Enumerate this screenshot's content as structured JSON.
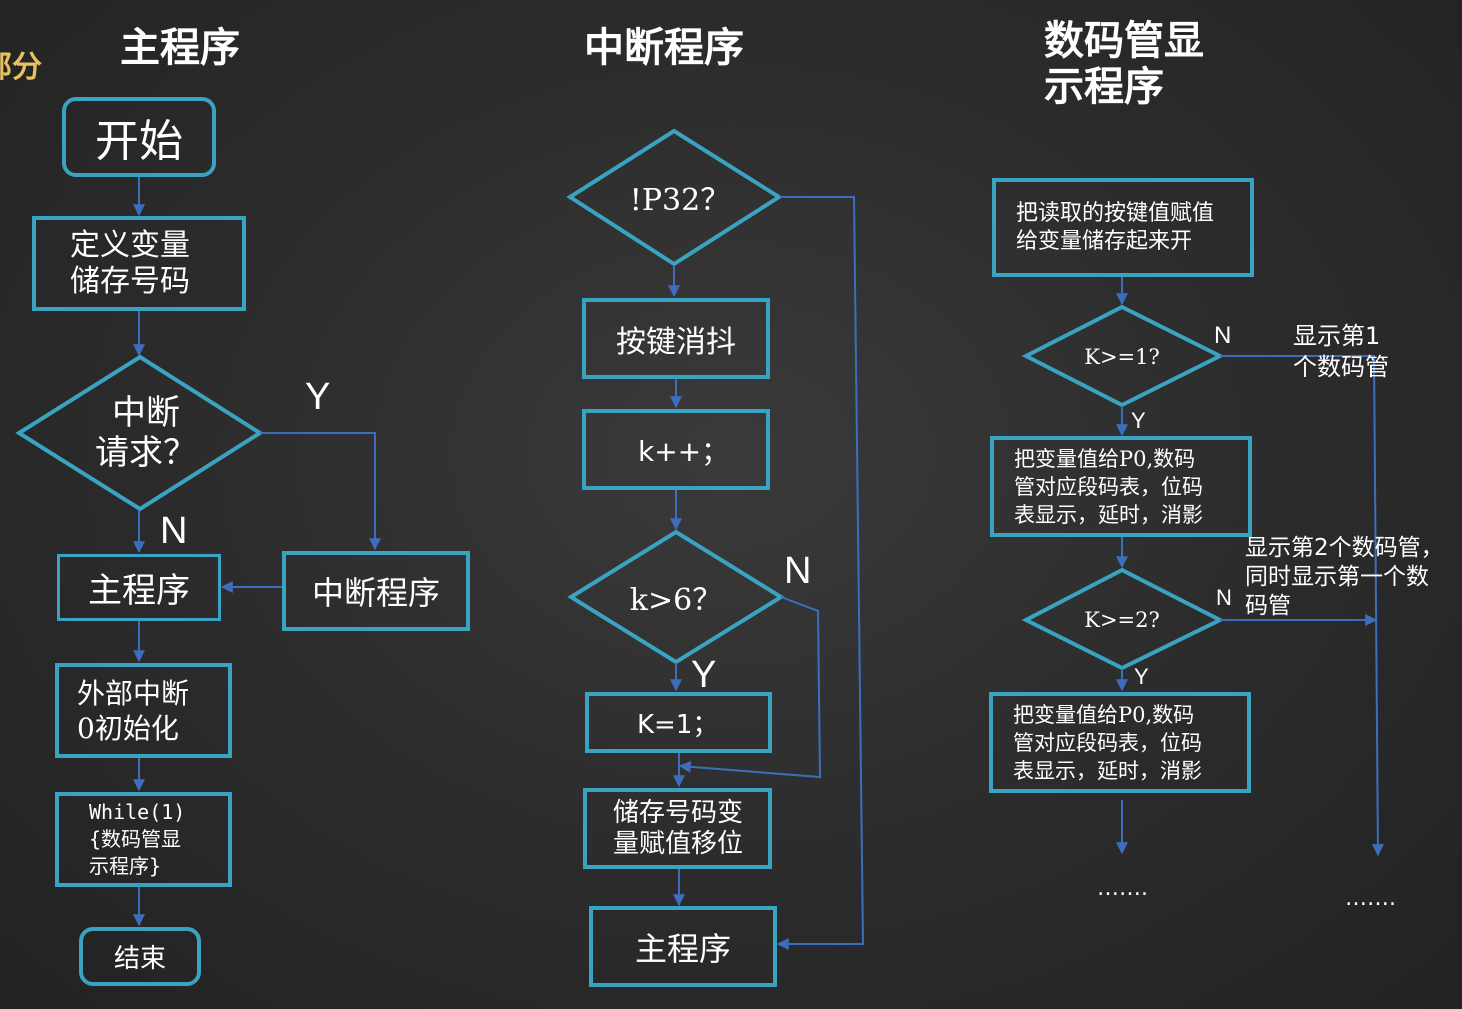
{
  "corner_text": "部分",
  "headings": {
    "main": "主程序",
    "interrupt": "中断程序",
    "display": "数码管显\n示程序"
  },
  "main": {
    "start": "开始",
    "define": "定义变量\n储存号码",
    "decision": "中断\n请求？",
    "label_y": "Y",
    "label_n": "N",
    "main_prog": "主程序",
    "isr": "中断程序",
    "init": "外部中断\n0初始化",
    "loop": "While(1)\n{数码管显\n示程序}",
    "end": "结束"
  },
  "interrupt": {
    "check": "!P32？",
    "debounce": "按键消抖",
    "inc": "k++；",
    "compare": "k>6？",
    "label_n": "N",
    "label_y": "Y",
    "reset": "K=1；",
    "store": "储存号码变\n量赋值移位",
    "back": "主程序"
  },
  "display": {
    "assign": "把读取的按键值赋值\n给变量储存起来开",
    "cond1": "K>=1?",
    "n1": "N",
    "note1": "显示第1\n个数码管",
    "y1": "Y",
    "action1": "把变量值给P0,数码\n管对应段码表，位码\n表显示，延时，消影",
    "note2": "显示第2个数码管，\n同时显示第一个数\n码管",
    "cond2": "K>=2?",
    "n2": "N",
    "y2": "Y",
    "action2": "把变量值给P0,数码\n管对应段码表，位码\n表显示，延时，消影",
    "more1": "…….",
    "more2": "……."
  },
  "colors": {
    "background": "#2b2b2b",
    "box_border": "#3aa3c2",
    "connector": "#3d6ebd",
    "text": "#ffffff",
    "corner_text": "#e8c060"
  }
}
